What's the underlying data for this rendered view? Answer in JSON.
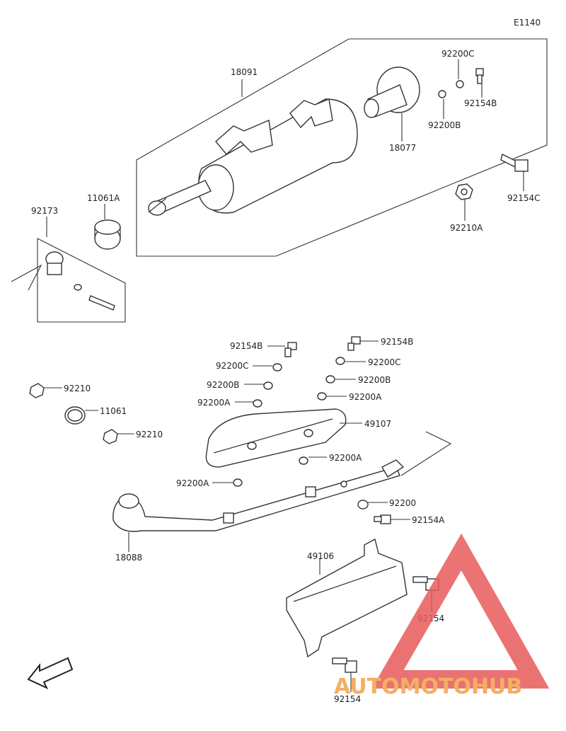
{
  "diagram_code": "E1140",
  "labels": {
    "p18091": "18091",
    "p92200C_top": "92200C",
    "p92154B_top": "92154B",
    "p92200B_top": "92200B",
    "p18077": "18077",
    "p92154C": "92154C",
    "p92210A": "92210A",
    "p11061A": "11061A",
    "p92173": "92173",
    "p92154B_l": "92154B",
    "p92154B_r": "92154B",
    "p92200C_l": "92200C",
    "p92200C_r": "92200C",
    "p92200B_l": "92200B",
    "p92200B_r": "92200B",
    "p92200A_l": "92200A",
    "p92200A_r": "92200A",
    "p49107": "49107",
    "p92210_a": "92210",
    "p11061": "11061",
    "p92210_b": "92210",
    "p92200A_m": "92200A",
    "p92200A_ll": "92200A",
    "p92200": "92200",
    "p92154A": "92154A",
    "p18088": "18088",
    "p49106": "49106",
    "p92154_r": "92154",
    "p92154_b": "92154",
    "front": "FRONT"
  },
  "watermark": {
    "brand": "AUTOMOTOHUB",
    "color_primary": "#f2a24a",
    "color_secondary": "#e85a5a"
  }
}
